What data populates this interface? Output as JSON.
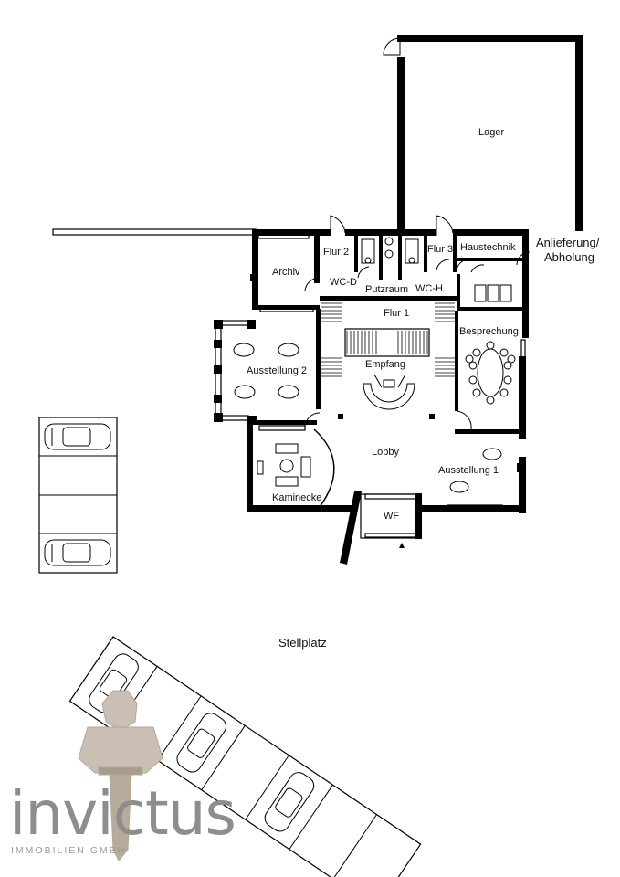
{
  "rooms": {
    "lager": "Lager",
    "flur2": "Flur 2",
    "flur3": "Flur 3",
    "haustechnik": "Haustechnik",
    "anlieferung_line1": "Anlieferung/",
    "anlieferung_line2": "Abholung",
    "archiv": "Archiv",
    "wc_d": "WC-D",
    "putzraum": "Putzraum",
    "wc_h": "WC-H.",
    "flur1": "Flur 1",
    "besprechung": "Besprechung",
    "ausstellung2": "Ausstellung 2",
    "empfang": "Empfang",
    "lobby": "Lobby",
    "ausstellung1": "Ausstellung 1",
    "kaminecke": "Kaminecke",
    "wf": "WF",
    "stellplatz": "Stellplatz"
  },
  "logo": {
    "word": "invictus",
    "subtitle": "IMMOBILIEN GMBH"
  }
}
